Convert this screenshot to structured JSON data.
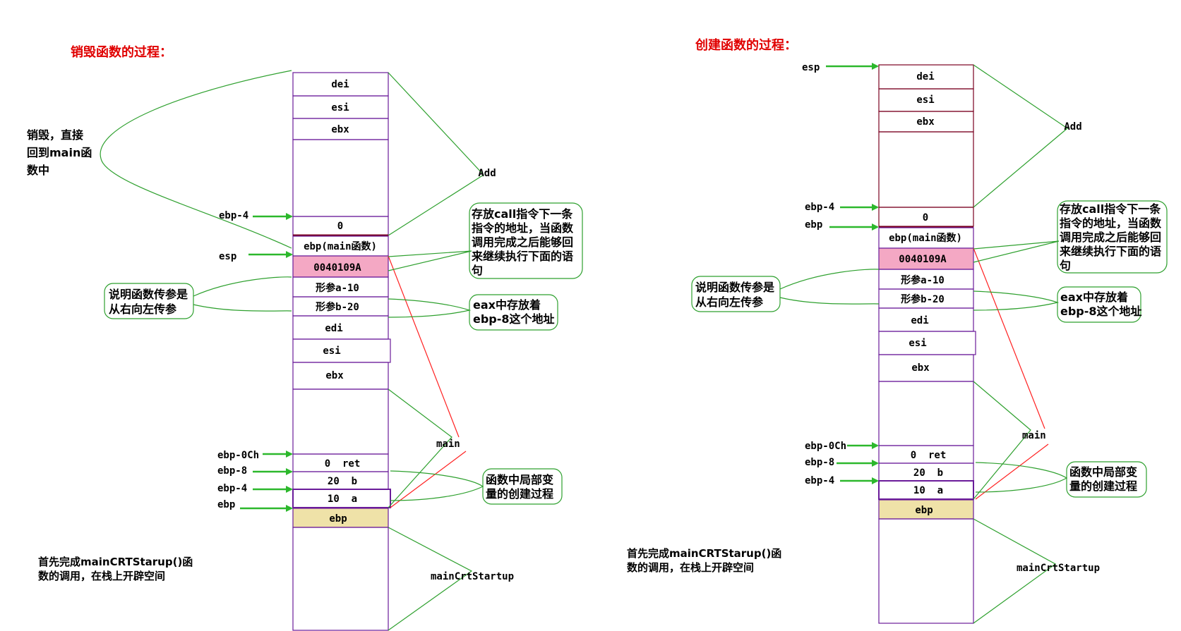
{
  "colors": {
    "stack_border": "#6a1b9a",
    "stack_border_dark": "#7a0020",
    "pink_cell": "#f4a8c4",
    "ebp_cell": "#efe2a8",
    "arrow_green": "#2cb82c",
    "line_green": "#2ea02e",
    "title_red": "#e00000",
    "red_line": "#ff2020"
  },
  "left": {
    "title": "销毁函数的过程：",
    "upper_cells": [
      "dei",
      "esi",
      "ebx",
      "",
      "0",
      "ebp(main函数)",
      "0040109A",
      "形参a-10",
      "形参b-20",
      "edi",
      "esi",
      "ebx",
      ""
    ],
    "lower_cells": [
      "0  ret",
      "20  b",
      "10  a",
      "ebp",
      ""
    ],
    "pointers": [
      "ebp-4",
      "esp",
      "ebp-0Ch",
      "ebp-8",
      "ebp-4",
      "ebp"
    ],
    "labels": {
      "add": "Add",
      "main": "main",
      "mainCrtStartup": "mainCrtStartup"
    },
    "notes": {
      "destroy": [
        "销毁，直接",
        "回到main函",
        "数中"
      ],
      "call_next": [
        "存放call指令下一条",
        "指令的地址，当函数",
        "调用完成之后能够回",
        "来继续执行下面的语",
        "句"
      ],
      "params": [
        "说明函数传参是",
        "从右向左传参"
      ],
      "eax": [
        "eax中存放着",
        "ebp-8这个地址"
      ],
      "locals": [
        "函数中局部变",
        "量的创建过程"
      ],
      "first": [
        "首先完成mainCRTStarup()函",
        "数的调用，在栈上开辟空间"
      ]
    }
  },
  "right": {
    "title": "创建函数的过程：",
    "upper_cells": [
      "dei",
      "esi",
      "ebx",
      "",
      "0",
      "ebp(main函数)",
      "0040109A",
      "形参a-10",
      "形参b-20",
      "edi",
      "esi",
      "ebx",
      ""
    ],
    "lower_cells": [
      "0  ret",
      "20  b",
      "10  a",
      "ebp",
      ""
    ],
    "pointers": [
      "esp",
      "ebp-4",
      "ebp",
      "ebp-0Ch",
      "ebp-8",
      "ebp-4"
    ],
    "labels": {
      "add": "Add",
      "main": "main",
      "mainCrtStartup": "mainCrtStartup"
    },
    "notes": {
      "call_next": [
        "存放call指令下一条",
        "指令的地址，当函数",
        "调用完成之后能够回",
        "来继续执行下面的语",
        "句"
      ],
      "params": [
        "说明函数传参是",
        "从右向左传参"
      ],
      "eax": [
        "eax中存放着",
        "ebp-8这个地址"
      ],
      "locals": [
        "函数中局部变",
        "量的创建过程"
      ],
      "first": [
        "首先完成mainCRTStarup()函",
        "数的调用，在栈上开辟空间"
      ]
    }
  }
}
